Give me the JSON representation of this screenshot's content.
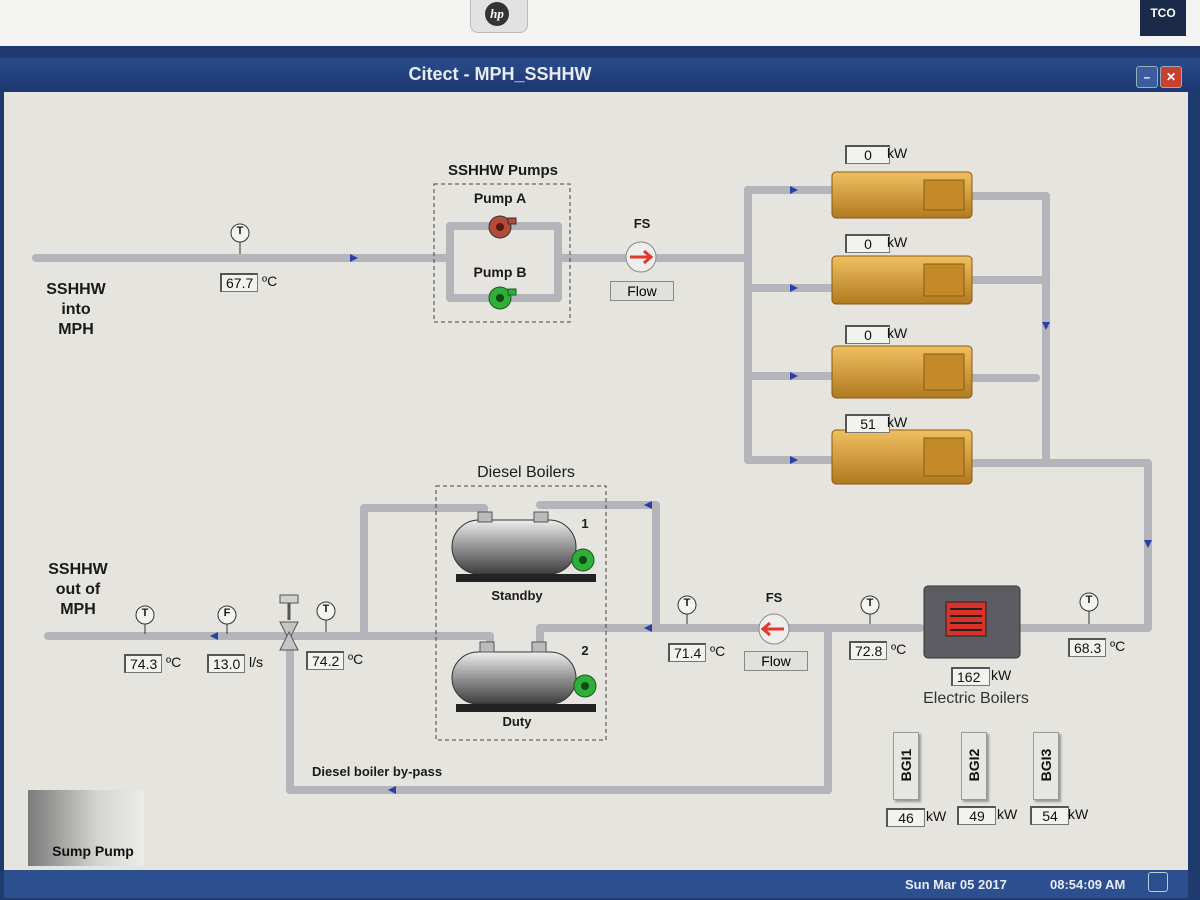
{
  "window": {
    "title": "Citect - MPH_SSHHW"
  },
  "bezel": {
    "brand_left": "hp",
    "brand_right": "TCO"
  },
  "labels": {
    "sshhw_in": "SSHHW\ninto\nMPH",
    "sshhw_out": "SSHHW\nout of\nMPH",
    "pumps_group": "SSHHW Pumps",
    "pump_a": "Pump A",
    "pump_b": "Pump B",
    "fs_top": "FS",
    "fs_bottom": "FS",
    "diesel_boilers": "Diesel Boilers",
    "boiler1_num": "1",
    "boiler2_num": "2",
    "boiler1_name": "Standby",
    "boiler2_name": "Duty",
    "bypass": "Diesel boiler by-pass",
    "electric_boilers": "Electric Boilers",
    "sump_pump": "Sump Pump",
    "t_tag": "T",
    "f_tag": "F"
  },
  "flow_buttons": {
    "top": "Flow",
    "bottom": "Flow"
  },
  "readings": {
    "inlet_temp": "67.7",
    "outlet_temp": "74.3",
    "outlet_flow": "13.0",
    "valve_temp": "74.2",
    "fs_return_temp": "71.4",
    "eb_in_temp": "72.8",
    "eb_out_temp": "68.3",
    "eb_power": "162"
  },
  "units": {
    "celsius": "ºC",
    "flow": "l/s",
    "kw": "kW"
  },
  "generators": [
    {
      "kw": "0"
    },
    {
      "kw": "0"
    },
    {
      "kw": "0"
    },
    {
      "kw": "51"
    }
  ],
  "bgi": [
    {
      "label": "BGI1",
      "kw": "46"
    },
    {
      "label": "BGI2",
      "kw": "49"
    },
    {
      "label": "BGI3",
      "kw": "54"
    }
  ],
  "status": {
    "date": "Sun Mar 05 2017",
    "time": "08:54:09 AM"
  },
  "colors": {
    "pipe": "#b7b9bd",
    "pump_running": "#2fae3a",
    "pump_stopped": "#b44a3a",
    "arrow": "#2a40a8",
    "flow_arrow": "#e23a2a",
    "generator": "#d9a23a"
  }
}
